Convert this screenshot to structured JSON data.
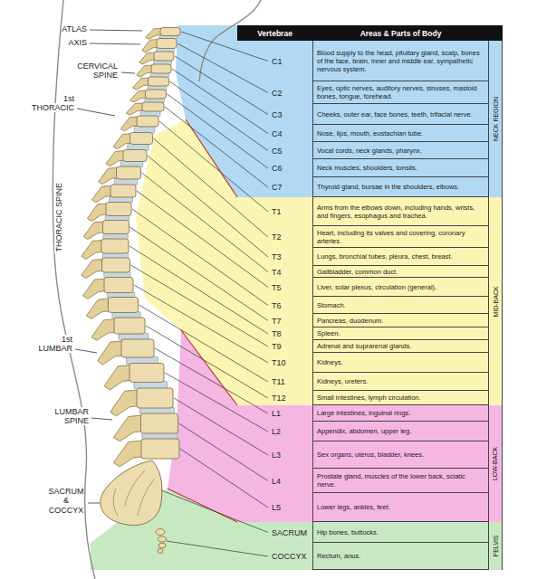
{
  "diagram": {
    "nodes": [
      {
        "text": [
          "Vertebrae",
          "Areas & Parts of Body"
        ]
      },
      {
        "text": [
          "NECK REGION"
        ]
      },
      {
        "text": [
          "C1",
          "Blood supply to the head, pituitary gland, scalp, bones of the face, brain, inner and middle ear, sympathetic nervous system."
        ],
        "in": 1
      },
      {
        "text": [
          "C2",
          "Eyes, optic nerves, auditory nerves, sinuses, mastoid bones, tongue, forehead."
        ],
        "in": 1
      },
      {
        "text": [
          "C3",
          "Cheeks, outer ear, face bones, teeth, trifacial nerve."
        ],
        "in": 1
      },
      {
        "text": [
          "C4",
          "Nose, lips, mouth, eustachian tube."
        ],
        "in": 1
      },
      {
        "text": [
          "C5",
          "Vocal cords, neck glands, pharynx."
        ],
        "in": 1
      },
      {
        "text": [
          "C6",
          "Neck muscles, shoulders, tonsils."
        ],
        "in": 1
      },
      {
        "text": [
          "C7",
          "Thyroid gland, bursae in the shoulders, elbows."
        ],
        "in": 1
      },
      {
        "text": [
          "MID-BACK"
        ]
      },
      {
        "text": [
          "T1",
          "Arms from the elbows down, including hands, wrists, and fingers, esophagus and trachea."
        ],
        "in": 9
      },
      {
        "text": [
          "T2",
          "Heart, including its valves and covering, coronary arteries."
        ],
        "in": 9
      },
      {
        "text": [
          "T3",
          "Lungs, bronchial tubes, pleura, chest, breast."
        ],
        "in": 9
      },
      {
        "text": [
          "T4",
          "Gallbladder, common duct."
        ],
        "in": 9
      },
      {
        "text": [
          "T5",
          "Liver, solar plexus, circulation (general)."
        ],
        "in": 9
      },
      {
        "text": [
          "T6",
          "Stomach."
        ],
        "in": 9
      },
      {
        "text": [
          "T7",
          "Pancreas, duodenum."
        ],
        "in": 9
      },
      {
        "text": [
          "T8",
          "Spleen."
        ],
        "in": 9
      },
      {
        "text": [
          "T9",
          "Adrenal and suprarenal glands."
        ],
        "in": 9
      },
      {
        "text": [
          "T10",
          "Kidneys."
        ],
        "in": 9
      },
      {
        "text": [
          "T11",
          "Kidneys, ureters."
        ],
        "in": 9
      },
      {
        "text": [
          "T12",
          "Small intestines, lymph circulation."
        ],
        "in": 9
      },
      {
        "text": [
          "LOW-BACK"
        ]
      },
      {
        "text": [
          "L1",
          "Large intestines, inguinal rings."
        ],
        "in": 22
      },
      {
        "text": [
          "L2",
          "Appendix, abdomen, upper leg."
        ],
        "in": 22
      },
      {
        "text": [
          "L3",
          "Sex organs, uterus, bladder, knees."
        ],
        "in": 22
      },
      {
        "text": [
          "L4",
          "Prostate gland, muscles of the lower back, sciatic nerve."
        ],
        "in": 22
      },
      {
        "text": [
          "L5",
          "Lower legs, ankles, feet."
        ],
        "in": 22
      },
      {
        "text": [
          "PELVIS"
        ]
      },
      {
        "text": [
          "SACRUM",
          "Hip bones, buttocks."
        ],
        "in": 28
      },
      {
        "text": [
          "COCCYX",
          "Rectum, anus."
        ],
        "in": 28
      }
    ],
    "labels": [
      "ATLAS",
      "AXIS",
      "CERVICAL SPINE",
      "1st THORACIC",
      "THORACIC SPINE",
      "1st LUMBAR",
      "LUMBAR SPINE",
      "SACRUM & COCCYX"
    ]
  }
}
